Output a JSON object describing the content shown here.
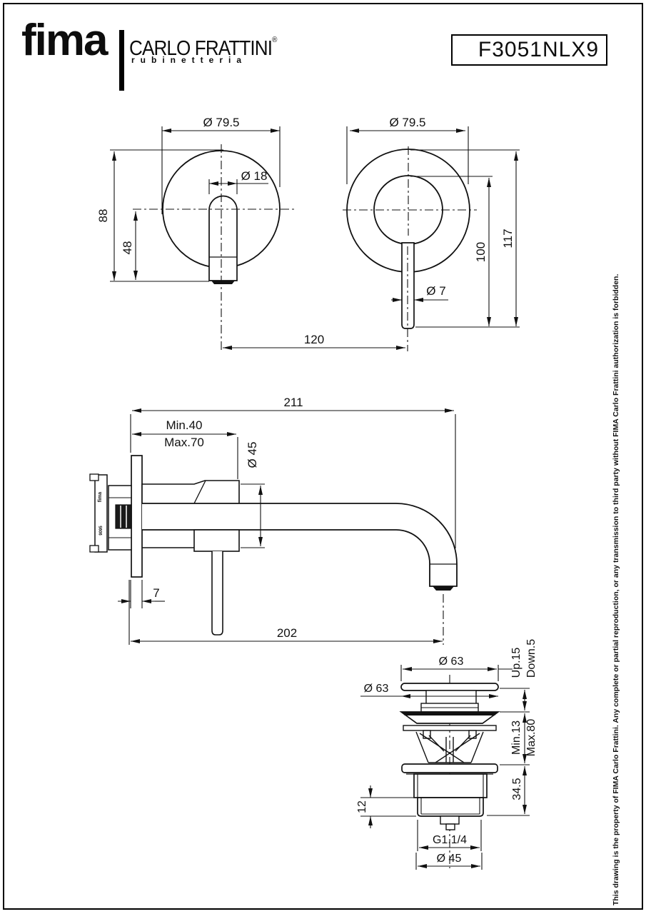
{
  "header": {
    "brand": "fima",
    "brand_name": "CARLO FRATTINI",
    "brand_reg": "®",
    "brand_sub": "rubinetteria",
    "product_code": "F3051NLX9"
  },
  "views": {
    "front_left": {
      "dims": {
        "face_diameter": "Ø 79.5",
        "handle_diameter": "Ø 18",
        "height_total": "88",
        "height_handle": "48",
        "center_distance": "120"
      }
    },
    "front_right": {
      "dims": {
        "face_diameter": "Ø 79.5",
        "stick_diameter": "Ø 7",
        "stick_height": "100",
        "height_total": "117"
      }
    },
    "side": {
      "dims": {
        "projection_total": "211",
        "wall_min": "Min.40",
        "wall_max": "Max.70",
        "body_diameter": "Ø 45",
        "plate_thickness": "7",
        "spout_reach": "202"
      },
      "engraving_brand": "fima",
      "engraving_code": "9095"
    },
    "drain": {
      "dims": {
        "cap_diameter_top": "Ø 63",
        "cap_diameter_side": "Ø 63",
        "travel_up": "Up.15",
        "travel_down": "Down.5",
        "deck_min": "Min.13",
        "deck_max": "Max.80",
        "body_height": "34.5",
        "thread_height": "12",
        "thread_size": "G1.1/4",
        "bottom_diameter": "Ø 45"
      }
    }
  },
  "footer": {
    "note": "This drawing is the property of FIMA Carlo Frattini. Any complete or partial reproduction, or any transmission to third party without FIMA Carlo Frattini authorization is forbidden."
  }
}
